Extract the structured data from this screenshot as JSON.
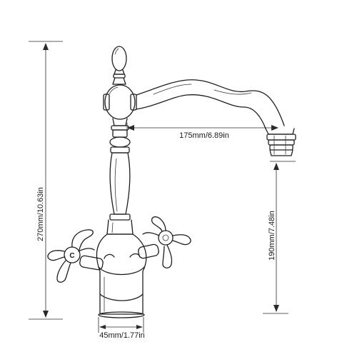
{
  "dimensions": {
    "height_total": "270mm/10.63in",
    "spout_reach": "175mm/6.89in",
    "spout_height": "190mm/7.48in",
    "base_width": "45mm/1.77in"
  },
  "handles": {
    "left_marker": "C"
  }
}
